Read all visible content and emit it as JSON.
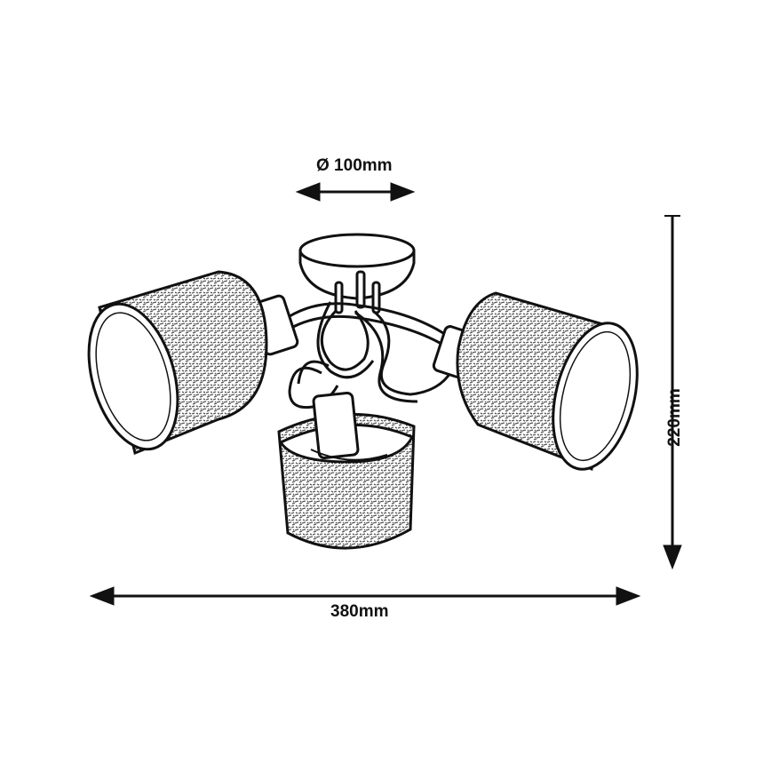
{
  "dimensions": {
    "diameter": "Ø 100mm",
    "width": "380mm",
    "height": "220mm"
  },
  "colors": {
    "ink": "#111111",
    "background": "#ffffff",
    "texture": "#555555"
  }
}
